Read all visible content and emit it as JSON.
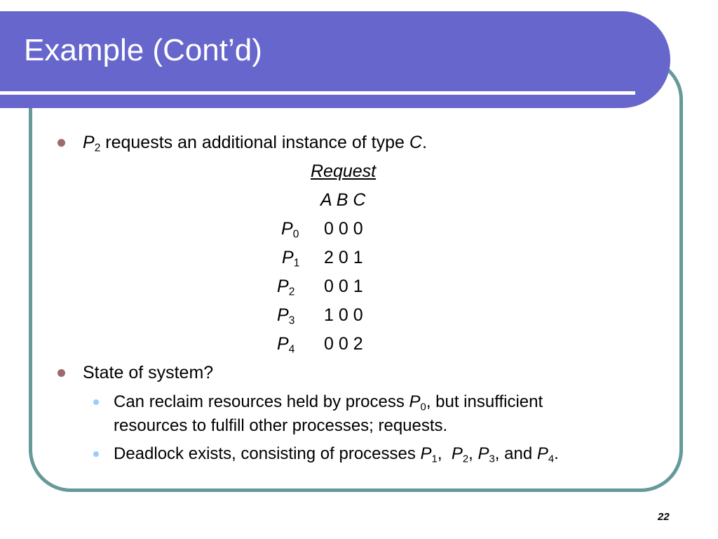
{
  "slide": {
    "title": "Example (Cont’d)",
    "page_number": "22"
  },
  "bullet1": {
    "proc": "P",
    "proc_sub": "2",
    "text": " requests an additional instance of type ",
    "type": "C",
    "end": "."
  },
  "table": {
    "header": "Request",
    "columns": "A B C",
    "rows": [
      {
        "proc": "P",
        "sub": "0",
        "values": "0 0 0"
      },
      {
        "proc": "P",
        "sub": "1",
        "values": "2 0 1"
      },
      {
        "proc": "P",
        "sub": "2",
        "values": "0 0 1"
      },
      {
        "proc": "P",
        "sub": "3",
        "values": "1 0 0"
      },
      {
        "proc": "P",
        "sub": "4",
        "values": "0 0 2"
      }
    ]
  },
  "bullet2": {
    "text": "State of system?"
  },
  "sub1": {
    "line1_a": "Can reclaim resources held by process ",
    "proc": "P",
    "sub": "0",
    "line1_b": ", but insufficient",
    "line2": "resources to fulfill other processes; requests."
  },
  "sub2": {
    "text": "Deadlock exists, consisting of processes ",
    "p1": "P",
    "s1": "1",
    "sep1": ",  ",
    "p2": "P",
    "s2": "2",
    "sep2": ", ",
    "p3": "P",
    "s3": "3",
    "sep3": ", and ",
    "p4": "P",
    "s4": "4",
    "end": "."
  },
  "colors": {
    "title_band": "#6666cc",
    "frame_border": "#669999",
    "bullet_level1": "#9e6b6b",
    "bullet_level2": "#99ccff"
  }
}
